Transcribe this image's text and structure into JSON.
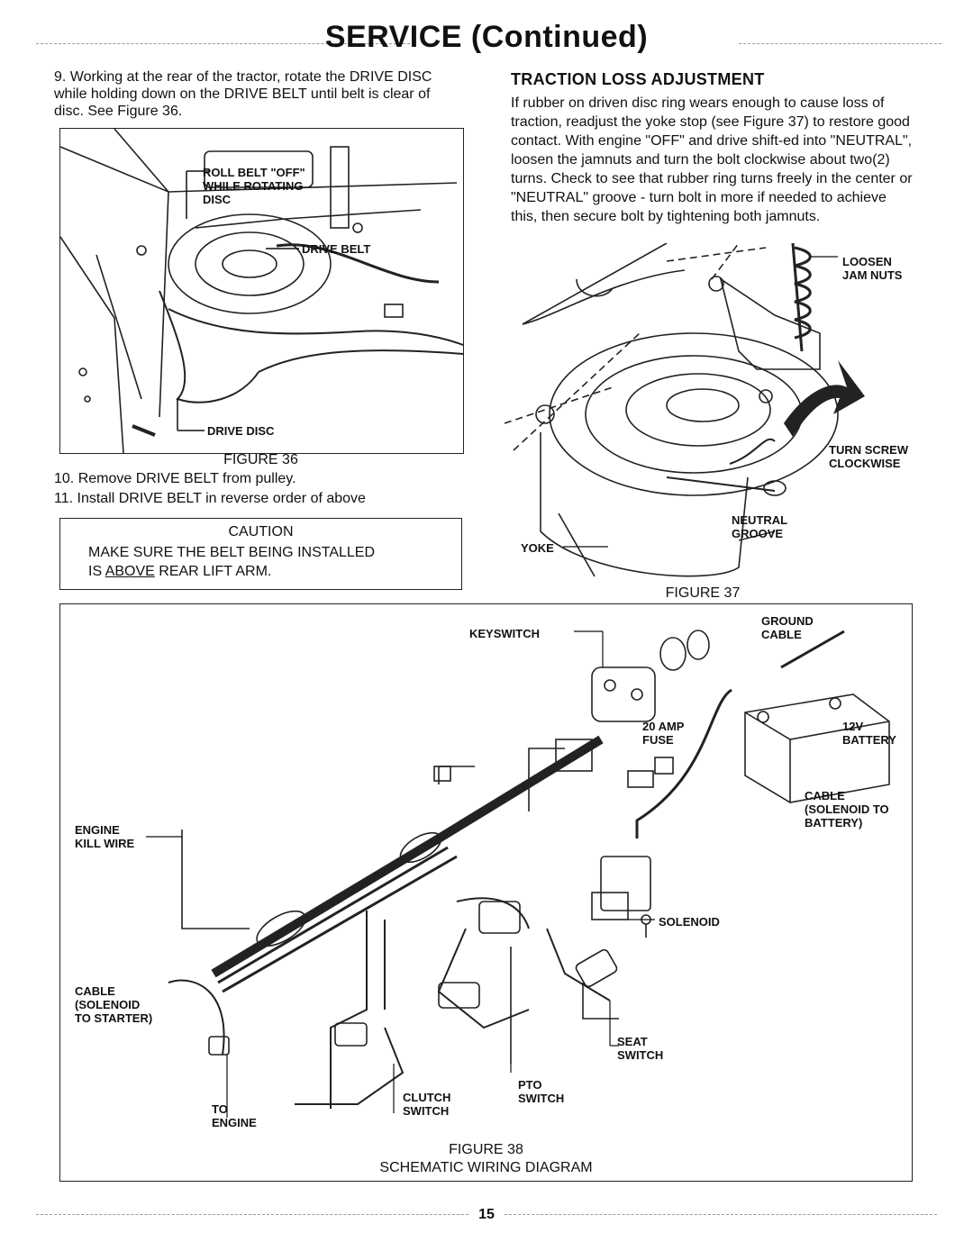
{
  "header": {
    "title": "SERVICE (Continued)"
  },
  "steps": {
    "step9": "9. Working at the rear of the tractor, rotate the DRIVE DISC while holding down on the DRIVE BELT until belt is clear of disc. See Figure 36.",
    "step10": "10. Remove DRIVE BELT from pulley.",
    "step11": "11. Install DRIVE BELT in reverse order of above"
  },
  "figure36": {
    "caption": "FIGURE 36",
    "labels": {
      "roll_belt": "ROLL BELT \"OFF\"\nWHILE ROTATING\nDISC",
      "drive_belt": "DRIVE BELT",
      "drive_disc": "DRIVE DISC"
    }
  },
  "caution": {
    "title": "CAUTION",
    "line1": "MAKE SURE THE BELT BEING INSTALLED",
    "line2_prefix": "IS ",
    "line2_underlined": "ABOVE",
    "line2_suffix": " REAR LIFT ARM."
  },
  "traction": {
    "heading": "TRACTION LOSS ADJUSTMENT",
    "body": "If rubber on driven disc ring wears enough to cause loss of traction, readjust the yoke stop (see Figure 37) to restore good contact. With engine \"OFF\" and drive shift-ed into \"NEUTRAL\", loosen the jamnuts and turn the bolt clockwise about two(2) turns. Check to see that rubber ring turns freely in the center or \"NEUTRAL\" groove - turn bolt in more if needed to achieve this, then secure bolt by tightening both jamnuts."
  },
  "figure37": {
    "caption": "FIGURE 37",
    "labels": {
      "loosen": "LOOSEN\nJAM NUTS",
      "turn_screw": "TURN SCREW\nCLOCKWISE",
      "neutral": "NEUTRAL\nGROOVE",
      "yoke": "YOKE"
    }
  },
  "figure38": {
    "caption": "FIGURE 38",
    "subtitle": "SCHEMATIC WIRING DIAGRAM",
    "labels": {
      "keyswitch": "KEYSWITCH",
      "ground_cable": "GROUND\nCABLE",
      "fuse": "20 AMP\nFUSE",
      "battery": "12V\nBATTERY",
      "cable_solenoid_battery": "CABLE\n(SOLENOID TO\nBATTERY)",
      "engine_kill": "ENGINE\nKILL WIRE",
      "solenoid": "SOLENOID",
      "cable_starter": "CABLE\n(SOLENOID\nTO STARTER)",
      "seat_switch": "SEAT\nSWITCH",
      "pto_switch": "PTO\nSWITCH",
      "clutch_switch": "CLUTCH\nSWITCH",
      "to_engine": "TO\nENGINE"
    }
  },
  "footer": {
    "page_number": "15"
  }
}
